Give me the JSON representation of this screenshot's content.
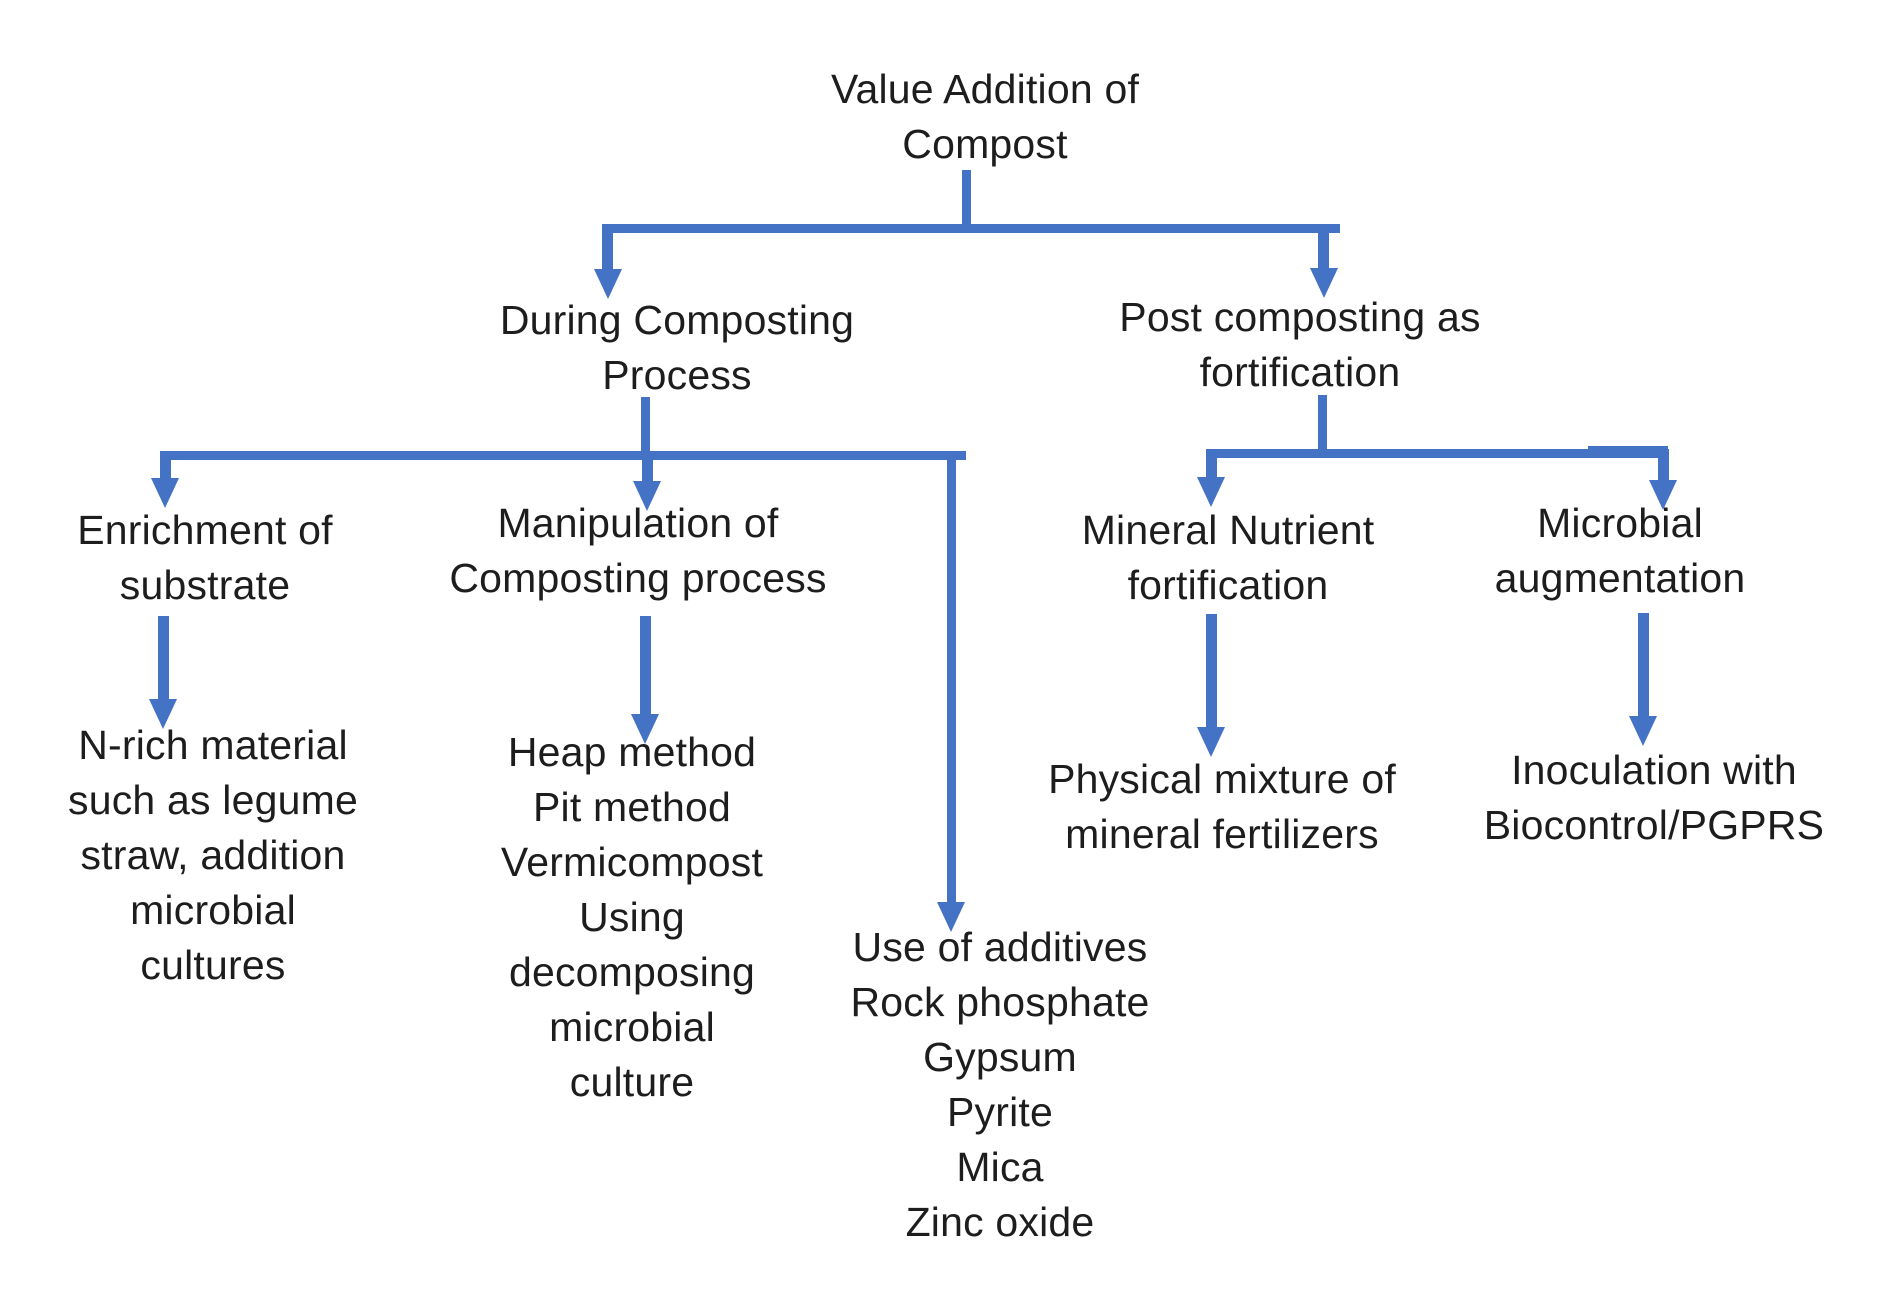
{
  "diagram": {
    "title": "Value Addition of\nCompost",
    "nodes": {
      "during": "During Composting\nProcess",
      "post": "Post composting as\nfortification",
      "enrichment": "Enrichment of\nsubstrate",
      "manipulation": "Manipulation of\nComposting process",
      "mineral": "Mineral Nutrient\nfortification",
      "microbial": "Microbial\naugmentation",
      "nrich": "N-rich material\nsuch as legume\nstraw, addition\nmicrobial\ncultures",
      "methods": "Heap method\nPit method\nVermicompost\nUsing\ndecomposing\nmicrobial\nculture",
      "additives": "Use of additives\nRock phosphate\nGypsum\nPyrite\nMica\nZinc oxide",
      "physical": "Physical mixture of\nmineral fertilizers",
      "inoculation": "Inoculation with\nBiocontrol/PGPRS"
    },
    "hierarchy": {
      "Value Addition of Compost": {
        "During Composting Process": {
          "Enrichment of substrate": "N-rich material such as legume straw, addition microbial cultures",
          "Manipulation of Composting process": "Heap method, Pit method, Vermicompost, Using decomposing microbial culture",
          "Use of additives": "Rock phosphate, Gypsum, Pyrite, Mica, Zinc oxide"
        },
        "Post composting as fortification": {
          "Mineral Nutrient fortification": "Physical mixture of mineral fertilizers",
          "Microbial augmentation": "Inoculation with Biocontrol/PGPRS"
        }
      }
    },
    "colors": {
      "arrow": "#4472C4",
      "text": "#1d1d1d",
      "background": "#ffffff"
    }
  }
}
